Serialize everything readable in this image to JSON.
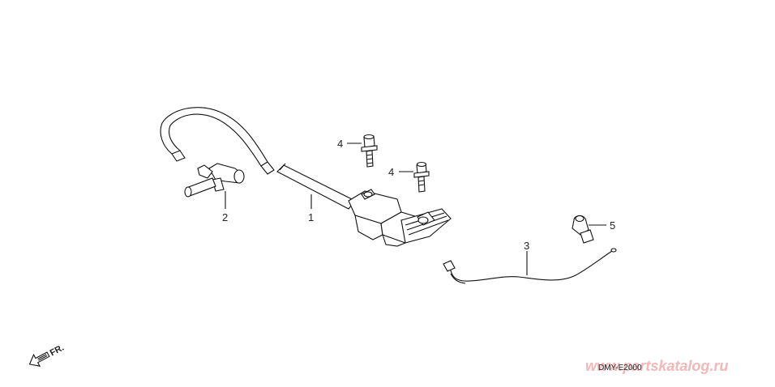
{
  "callouts": {
    "c1": "1",
    "c2": "2",
    "c3": "3",
    "c4a": "4",
    "c4b": "4",
    "c5": "5"
  },
  "direction_label": "FR.",
  "diagram_code": "DMY-E2000",
  "watermark": "www.partskatalog.ru",
  "colors": {
    "line": "#111111",
    "watermark": "#f0b8b8",
    "background": "#ffffff"
  }
}
